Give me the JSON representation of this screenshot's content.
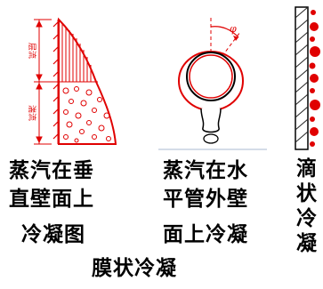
{
  "panels": {
    "vertical_wall": {
      "caption_line1": "蒸汽在垂",
      "caption_line2": "直壁面上",
      "caption_line3": "冷凝图",
      "label_upper": "层流",
      "label_lower": "湍流"
    },
    "horizontal_tube": {
      "caption_line1": "蒸汽在水",
      "caption_line2": "平管外壁",
      "caption_line3": "面上冷凝",
      "angle_label": "φ"
    },
    "dropwise": {
      "caption": "滴状冷凝"
    }
  },
  "group_caption": "膜状冷凝",
  "colors": {
    "red": "#e00000",
    "black": "#000000",
    "hatch": "#222222",
    "line": "#aab8d0"
  }
}
